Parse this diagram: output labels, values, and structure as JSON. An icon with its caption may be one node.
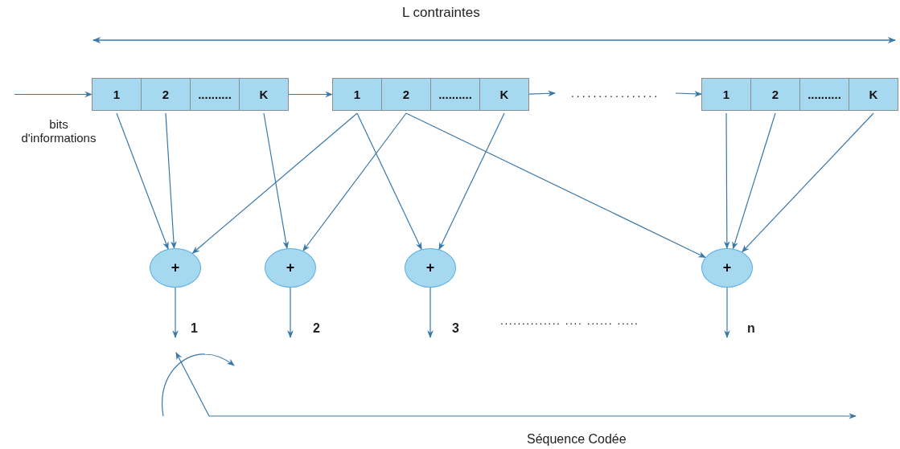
{
  "diagram": {
    "title": "L contraintes",
    "nodes": [
      {
        "text": [
          "1"
        ]
      },
      {
        "text": [
          "2"
        ]
      },
      {
        "text": [
          ".........."
        ]
      },
      {
        "text": [
          "K"
        ]
      },
      {
        "text": [
          "1"
        ]
      },
      {
        "text": [
          "2"
        ]
      },
      {
        "text": [
          ".........."
        ]
      },
      {
        "text": [
          "K"
        ]
      },
      {
        "text": [
          "1"
        ]
      },
      {
        "text": [
          "2"
        ]
      },
      {
        "text": [
          ".........."
        ]
      },
      {
        "text": [
          "K"
        ]
      },
      {
        "text": [
          "................"
        ]
      },
      {
        "text": [
          "+"
        ]
      },
      {
        "text": [
          "+"
        ]
      },
      {
        "text": [
          "+"
        ]
      },
      {
        "text": [
          "+"
        ]
      }
    ],
    "edges": [
      {
        "from": null,
        "to": 0,
        "arrow": "to"
      },
      {
        "from": 3,
        "to": 4,
        "arrow": "to"
      },
      {
        "from": 7,
        "to": 12,
        "arrow": "to"
      },
      {
        "from": 12,
        "to": 8,
        "arrow": "to"
      },
      {
        "from": 0,
        "to": 13,
        "arrow": "to"
      },
      {
        "from": 1,
        "to": 13,
        "arrow": "to"
      },
      {
        "from": 4,
        "to": 13,
        "arrow": "to"
      },
      {
        "from": 3,
        "to": 14,
        "arrow": "to"
      },
      {
        "from": 5,
        "to": 14,
        "arrow": "to"
      },
      {
        "from": 4,
        "to": 15,
        "arrow": "to"
      },
      {
        "from": 7,
        "to": 15,
        "arrow": "to"
      },
      {
        "from": 5,
        "to": 16,
        "arrow": "to"
      },
      {
        "from": 8,
        "to": 16,
        "arrow": "to"
      },
      {
        "from": 9,
        "to": 16,
        "arrow": "to"
      },
      {
        "from": 11,
        "to": 16,
        "arrow": "to"
      },
      {
        "from": 13,
        "to": null,
        "arrow": "to"
      },
      {
        "from": 14,
        "to": null,
        "arrow": "to"
      },
      {
        "from": 15,
        "to": null,
        "arrow": "to"
      },
      {
        "from": 16,
        "to": null,
        "arrow": "to"
      }
    ],
    "labels": [
      "bits d'informations",
      "1",
      "2",
      "3",
      ".............. .... ...... .....",
      "n",
      "Séquence Codée"
    ]
  }
}
